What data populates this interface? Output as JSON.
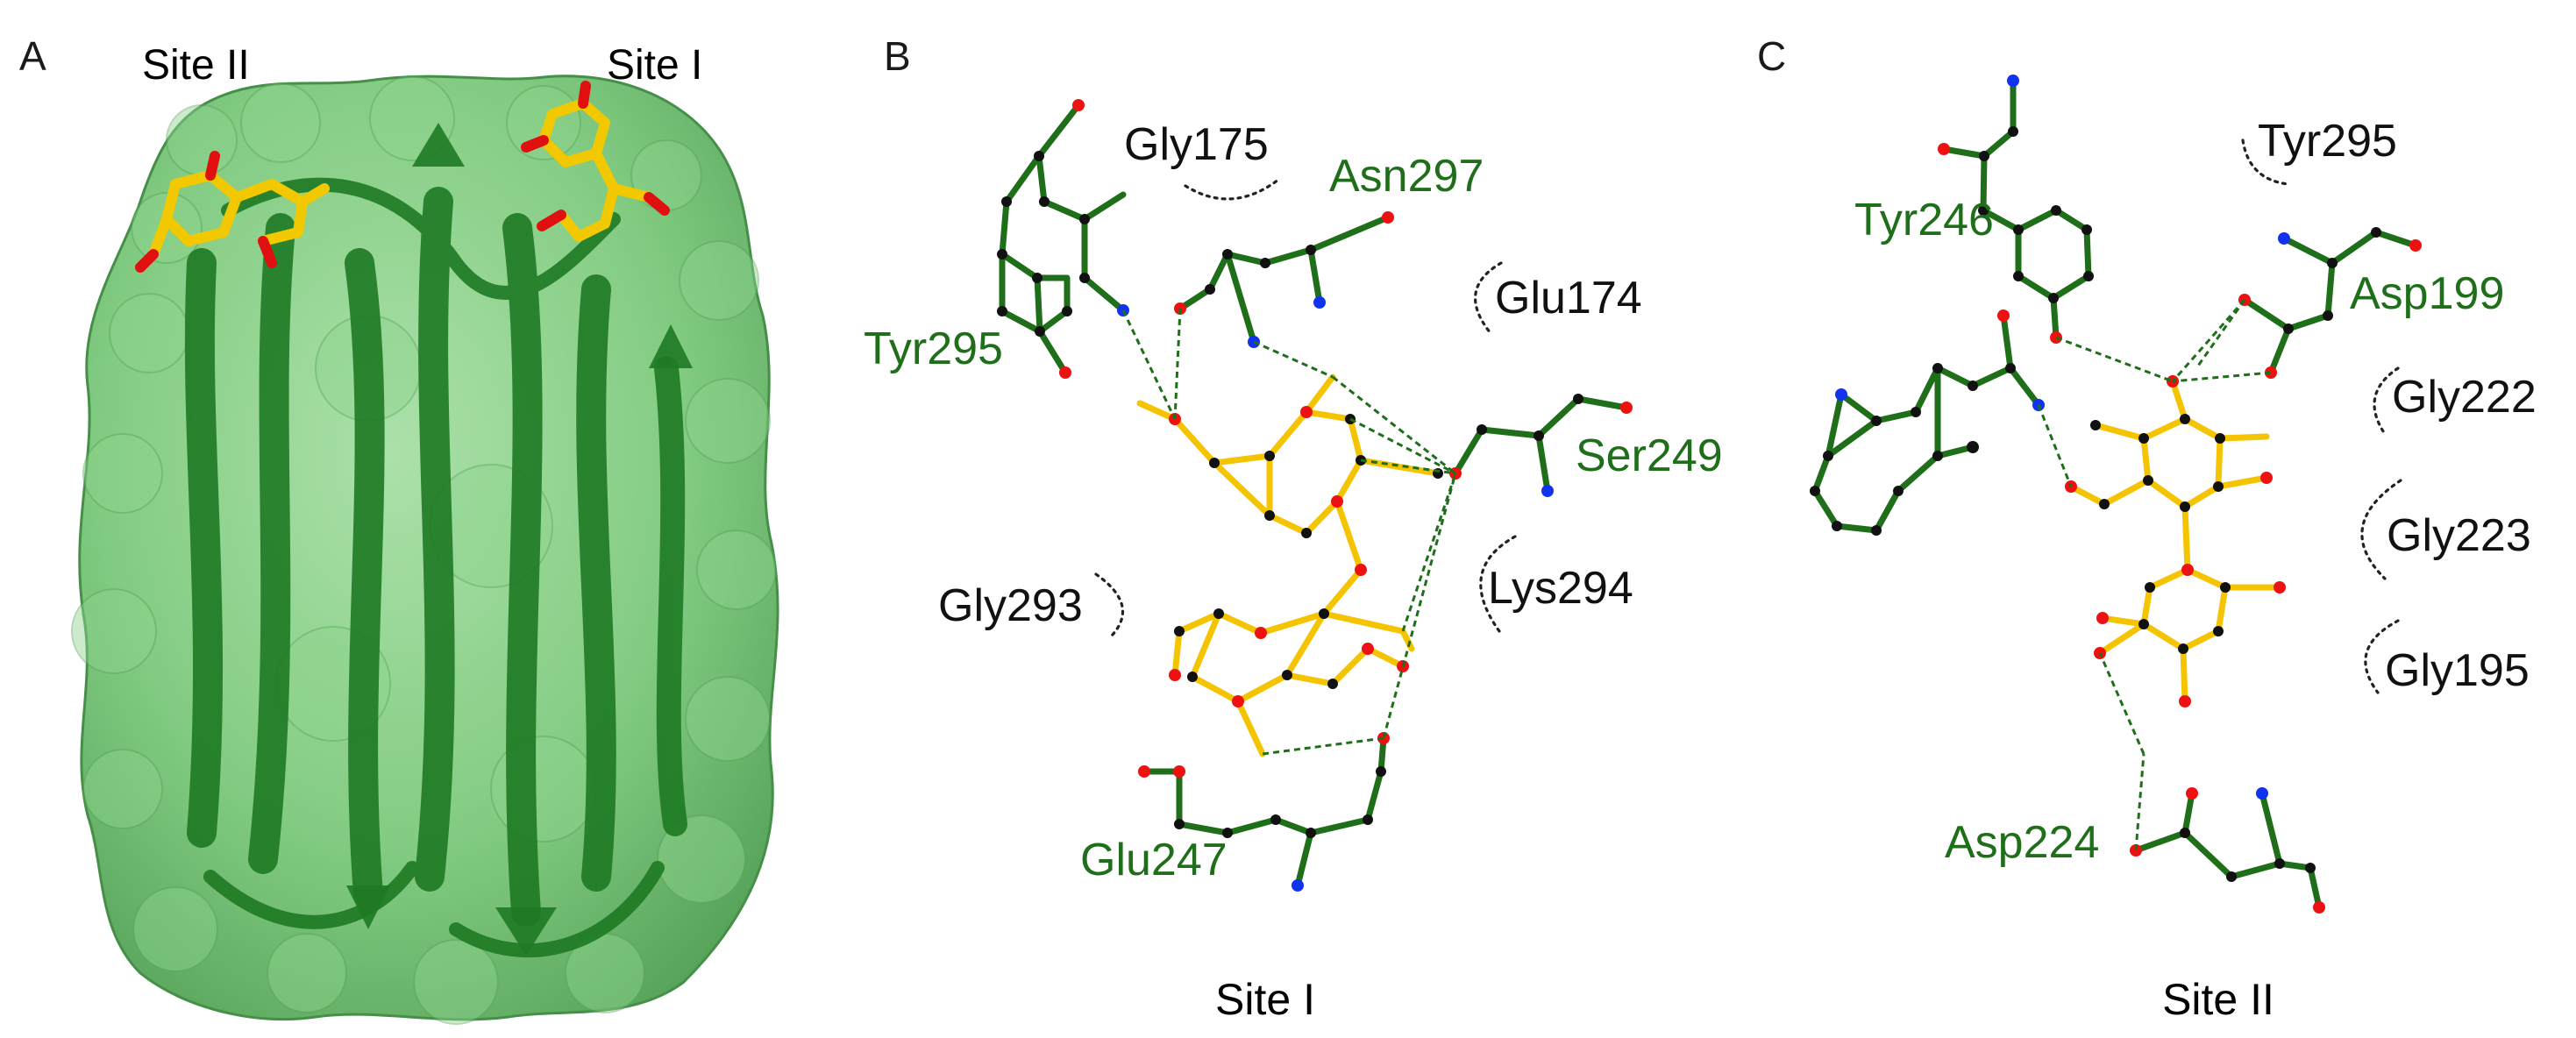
{
  "panels": {
    "a": {
      "letter": "A",
      "site_left": "Site II",
      "site_right": "Site I"
    },
    "b": {
      "letter": "B",
      "caption": "Site I",
      "residues_hbond": [
        "Gly175",
        "Asn297",
        "Tyr295",
        "Ser249",
        "Glu247"
      ],
      "residues_hydrophobic": [
        "Glu174",
        "Gly293",
        "Lys294"
      ]
    },
    "c": {
      "letter": "C",
      "caption": "Site II",
      "residues_hbond": [
        "Tyr246",
        "Asp199",
        "Asp224"
      ],
      "residues_hydrophobic": [
        "Tyr295",
        "Gly222",
        "Gly223",
        "Gly195"
      ]
    }
  },
  "colors": {
    "residue_bond": "#1f6e1a",
    "ligand_bond": "#f5c400",
    "carbon": "#111111",
    "oxygen": "#ee1111",
    "nitrogen": "#1133ee",
    "surface": "#7fcf80",
    "ribbon": "#1e7a23"
  }
}
